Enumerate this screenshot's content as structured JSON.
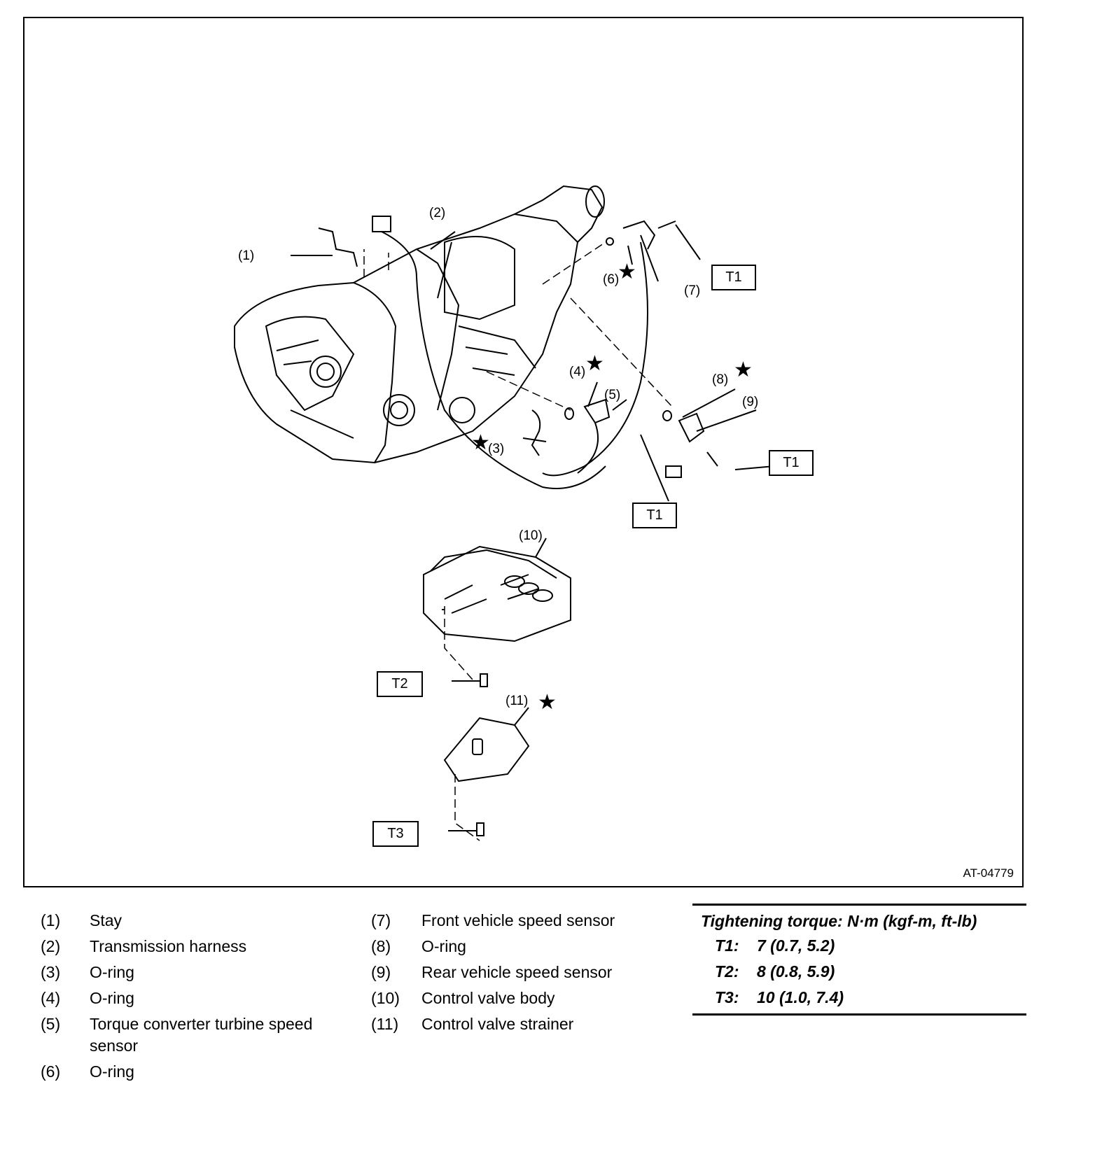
{
  "figure": {
    "id": "AT-04779",
    "callouts": {
      "c1": "(1)",
      "c2": "(2)",
      "c3": "(3)",
      "c4": "(4)",
      "c5": "(5)",
      "c6": "(6)",
      "c7": "(7)",
      "c8": "(8)",
      "c9": "(9)",
      "c10": "(10)",
      "c11": "(11)"
    },
    "torque_boxes": {
      "t1": "T1",
      "t2": "T2",
      "t3": "T3"
    },
    "star_symbol": "★"
  },
  "legend": {
    "col1": [
      {
        "num": "(1)",
        "text": "Stay"
      },
      {
        "num": "(2)",
        "text": "Transmission harness"
      },
      {
        "num": "(3)",
        "text": "O-ring"
      },
      {
        "num": "(4)",
        "text": "O-ring"
      },
      {
        "num": "(5)",
        "text": "Torque converter turbine speed sensor"
      },
      {
        "num": "(6)",
        "text": "O-ring"
      }
    ],
    "col2": [
      {
        "num": "(7)",
        "text": "Front vehicle speed sensor"
      },
      {
        "num": "(8)",
        "text": "O-ring"
      },
      {
        "num": "(9)",
        "text": "Rear vehicle speed sensor"
      },
      {
        "num": "(10)",
        "text": "Control valve body"
      },
      {
        "num": "(11)",
        "text": "Control valve strainer"
      }
    ]
  },
  "torque": {
    "header": "Tightening torque: N·m (kgf-m, ft-lb)",
    "rows": [
      {
        "key": "T1:",
        "value": "7 (0.7, 5.2)"
      },
      {
        "key": "T2:",
        "value": "8 (0.8, 5.9)"
      },
      {
        "key": "T3:",
        "value": "10 (1.0, 7.4)"
      }
    ]
  }
}
